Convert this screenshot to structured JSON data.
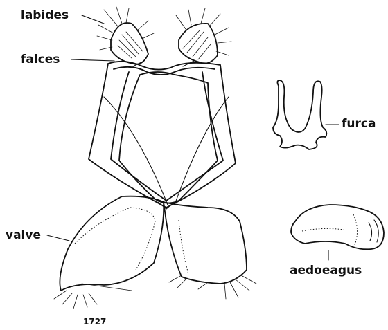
{
  "figure": {
    "number": "1727",
    "labels": {
      "labides": "labides",
      "falces": "falces",
      "furca": "furca",
      "valve": "valve",
      "aedoeagus": "aedoeagus"
    }
  }
}
